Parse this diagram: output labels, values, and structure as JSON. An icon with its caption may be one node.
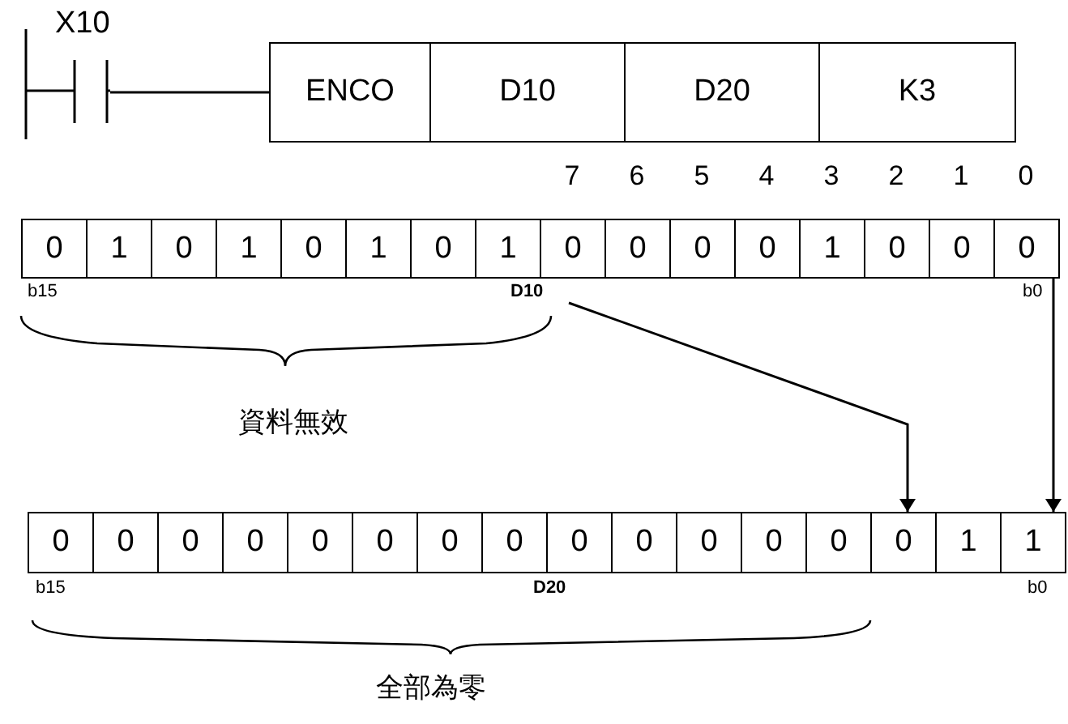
{
  "diagram": {
    "nodes": [
      {
        "text": [
          "X10"
        ]
      },
      {
        "text": [
          "ENCO"
        ]
      },
      {
        "text": [
          "D10"
        ]
      },
      {
        "text": [
          "D20"
        ]
      },
      {
        "text": [
          "K3"
        ]
      },
      {
        "text": [
          "0"
        ]
      },
      {
        "text": [
          "1"
        ]
      },
      {
        "text": [
          "0"
        ]
      },
      {
        "text": [
          "1"
        ]
      },
      {
        "text": [
          "0"
        ]
      },
      {
        "text": [
          "1"
        ]
      },
      {
        "text": [
          "0"
        ]
      },
      {
        "text": [
          "1"
        ]
      },
      {
        "text": [
          "0"
        ]
      },
      {
        "text": [
          "0"
        ]
      },
      {
        "text": [
          "0"
        ]
      },
      {
        "text": [
          "0"
        ]
      },
      {
        "text": [
          "1"
        ]
      },
      {
        "text": [
          "0"
        ]
      },
      {
        "text": [
          "0"
        ]
      },
      {
        "text": [
          "0"
        ]
      },
      {
        "text": [
          "D10"
        ]
      },
      {
        "text": [
          "0"
        ]
      },
      {
        "text": [
          "0"
        ]
      },
      {
        "text": [
          "0"
        ]
      },
      {
        "text": [
          "0"
        ]
      },
      {
        "text": [
          "0"
        ]
      },
      {
        "text": [
          "0"
        ]
      },
      {
        "text": [
          "0"
        ]
      },
      {
        "text": [
          "0"
        ]
      },
      {
        "text": [
          "0"
        ]
      },
      {
        "text": [
          "0"
        ]
      },
      {
        "text": [
          "0"
        ]
      },
      {
        "text": [
          "0"
        ]
      },
      {
        "text": [
          "0"
        ]
      },
      {
        "text": [
          "0"
        ]
      },
      {
        "text": [
          "1"
        ]
      },
      {
        "text": [
          "1"
        ]
      }
    ],
    "edges": [
      {
        "from": 0,
        "to": 1,
        "arrow": "none"
      },
      {
        "from": 21,
        "to": 35,
        "arrow": "to"
      },
      {
        "from": 20,
        "to": 37,
        "arrow": "to"
      }
    ],
    "labels": [
      "7",
      "6",
      "5",
      "4",
      "3",
      "2",
      "1",
      "0",
      "b15",
      "b0",
      "資料無效",
      "b15",
      "D20",
      "b0",
      "全部為零"
    ]
  }
}
